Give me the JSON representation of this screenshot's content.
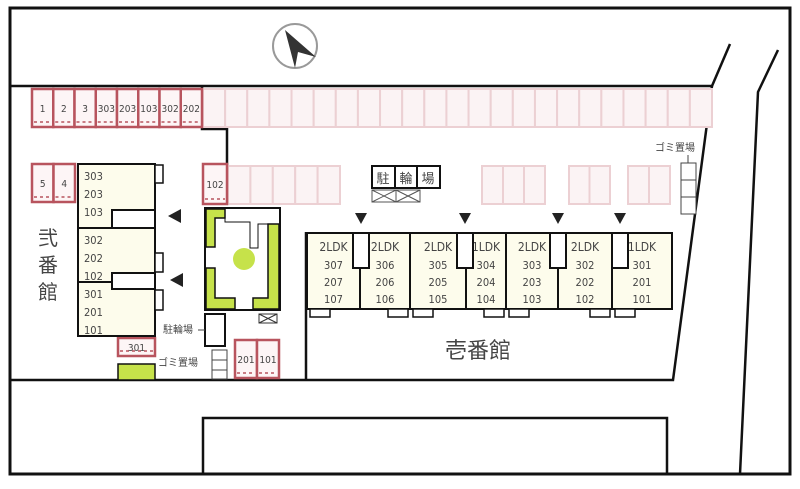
{
  "colors": {
    "accent_red": "#b8545e",
    "faded_red": "#ecd0d3",
    "green": "#c6e24a",
    "unit_fill": "#fdfcec"
  },
  "compass": {
    "icon": "north-arrow-icon"
  },
  "parking_top_assigned": [
    "1",
    "2",
    "3",
    "303",
    "203",
    "103",
    "302",
    "202"
  ],
  "parking_left": [
    "5",
    "4"
  ],
  "parking_102": "102",
  "parking_301": "301",
  "parking_bottom": [
    "201",
    "101"
  ],
  "bike_parking_label": [
    "駐",
    "輪",
    "場"
  ],
  "bike_parking_small_label": "駐輪場",
  "garbage_label": "ゴミ置場",
  "garbage_label_top": "ゴミ置場",
  "building2": {
    "name": [
      "弐",
      "番",
      "館"
    ],
    "units": [
      [
        "303",
        "203",
        "103"
      ],
      [
        "302",
        "202",
        "102"
      ],
      [
        "301",
        "201",
        "101"
      ]
    ]
  },
  "building1": {
    "name": "壱番館",
    "units": [
      {
        "type": "2LDK",
        "rooms": [
          "307",
          "207",
          "107"
        ]
      },
      {
        "type": "2LDK",
        "rooms": [
          "306",
          "206",
          "106"
        ]
      },
      {
        "type": "2LDK",
        "rooms": [
          "305",
          "205",
          "105"
        ]
      },
      {
        "type": "1LDK",
        "rooms": [
          "304",
          "204",
          "104"
        ]
      },
      {
        "type": "2LDK",
        "rooms": [
          "303",
          "203",
          "103"
        ]
      },
      {
        "type": "2LDK",
        "rooms": [
          "302",
          "202",
          "102"
        ]
      },
      {
        "type": "1LDK",
        "rooms": [
          "301",
          "201",
          "101"
        ]
      }
    ]
  }
}
